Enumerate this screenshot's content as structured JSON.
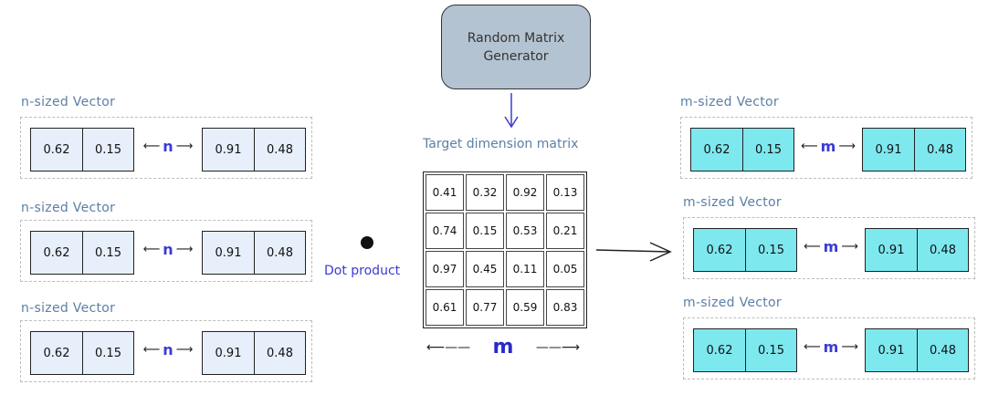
{
  "generator": {
    "label": "Random Matrix Generator"
  },
  "target": {
    "label": "Target dimension matrix"
  },
  "matrix": [
    [
      "0.41",
      "0.32",
      "0.92",
      "0.13"
    ],
    [
      "0.74",
      "0.15",
      "0.53",
      "0.21"
    ],
    [
      "0.97",
      "0.45",
      "0.11",
      "0.05"
    ],
    [
      "0.61",
      "0.77",
      "0.59",
      "0.83"
    ]
  ],
  "dot_product": {
    "label": "Dot product"
  },
  "m_dim": {
    "label": "m"
  },
  "left_groups": [
    {
      "label": "n-sized Vector",
      "v1": "0.62",
      "v2": "0.15",
      "dim": "n",
      "v3": "0.91",
      "v4": "0.48"
    },
    {
      "label": "n-sized Vector",
      "v1": "0.62",
      "v2": "0.15",
      "dim": "n",
      "v3": "0.91",
      "v4": "0.48"
    },
    {
      "label": "n-sized Vector",
      "v1": "0.62",
      "v2": "0.15",
      "dim": "n",
      "v3": "0.91",
      "v4": "0.48"
    }
  ],
  "right_groups": [
    {
      "label": "m-sized Vector",
      "v1": "0.62",
      "v2": "0.15",
      "dim": "m",
      "v3": "0.91",
      "v4": "0.48"
    },
    {
      "label": "m-sized Vector",
      "v1": "0.62",
      "v2": "0.15",
      "dim": "m",
      "v3": "0.91",
      "v4": "0.48"
    },
    {
      "label": "m-sized Vector",
      "v1": "0.62",
      "v2": "0.15",
      "dim": "m",
      "v3": "0.91",
      "v4": "0.48"
    }
  ],
  "colors": {
    "left_fill": "#e7effb",
    "right_fill": "#7ee8ef",
    "generator_fill": "#b4c3d1",
    "accent": "#3a3ad6"
  }
}
